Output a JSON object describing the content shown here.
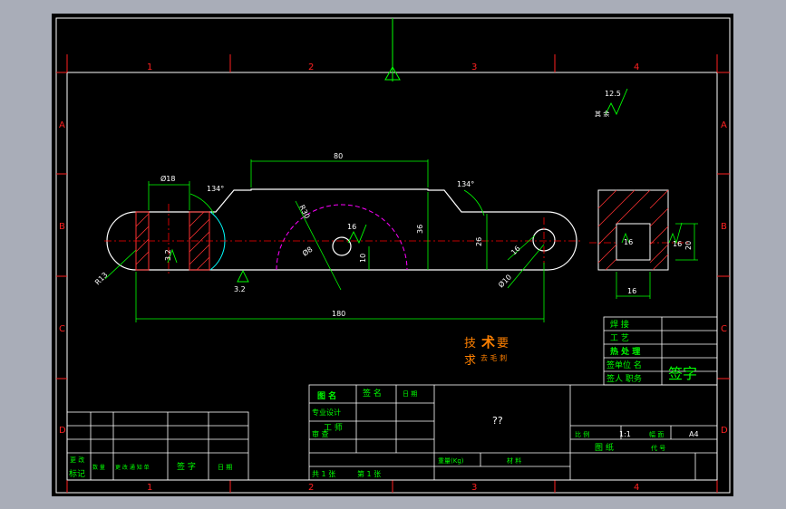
{
  "colors": {
    "background": "#000000",
    "border": "#ffffff",
    "zone_mark": "#ff2020",
    "geometry": "#ffffff",
    "dimension": "#00ff00",
    "hatch": "#ff3030",
    "arc": "#ff00ff",
    "tech_text": "#ff8000",
    "title_text": "#00ff00",
    "centerline": "#ff0000"
  },
  "zones": {
    "columns": [
      "1",
      "2",
      "3",
      "4"
    ],
    "rows": [
      "A",
      "B",
      "C",
      "D"
    ]
  },
  "dimensions": {
    "d80": "80",
    "d18": "Ø18",
    "a134_left": "134°",
    "a134_right": "134°",
    "r30": "R30",
    "r16": "16",
    "d8": "Ø8",
    "d10": "10",
    "d36": "36",
    "d26": "26",
    "d16_small": "16",
    "d10b": "Ø10",
    "r13": "R13",
    "d180": "180",
    "rough_32": "3.2",
    "rough_32b": "3.2",
    "section_16a": "16",
    "section_16b": "16",
    "section_20": "20",
    "section_16c": "16",
    "rough_other": "12.5",
    "rough_other_label": "其 余"
  },
  "tech": {
    "line1a": "技",
    "line1b": "术",
    "line1c": "要",
    "line2a": "求",
    "line2b": "去 毛 刺"
  },
  "title_block": {
    "rows_right_top": [
      "焊 接",
      "工 艺",
      "热 处 理",
      "签单位 名",
      "签人 职务"
    ],
    "sign_big": "签字",
    "design_labels": [
      "图 名",
      "签 名",
      "日 期"
    ],
    "design_row2": "专业设计",
    "design_row3": "工 师",
    "design_row4": "审 查",
    "part_name": "??",
    "scale_label": "比 例",
    "scale_value": "1:1",
    "sheet_size_label": "幅 面",
    "sheet_size_value": "A4",
    "drawing_label": "图 纸",
    "code_label": "代 号",
    "weight_label": "重量(Kg)",
    "material_label": "材 料",
    "count_label": "共 1 张",
    "page_label": "第 1 张",
    "rev_row1": [
      "更 改",
      "",
      "",
      "",
      "",
      ""
    ],
    "rev_row2": [
      "标记",
      "数 量",
      "更 改 通 知 单",
      "签 字",
      "日 期"
    ]
  }
}
